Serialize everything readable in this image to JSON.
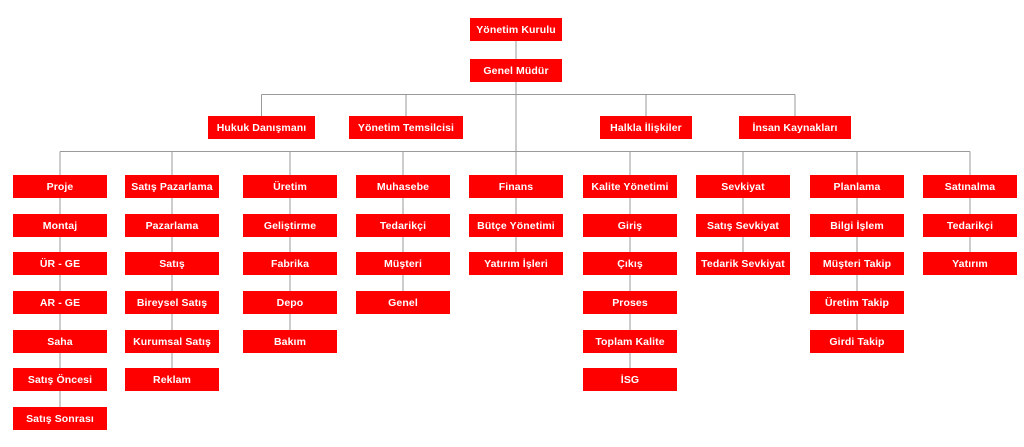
{
  "org": {
    "board": "Yönetim Kurulu",
    "general_manager": "Genel Müdür",
    "staff": [
      "Hukuk Danışmanı",
      "Yönetim Temsilcisi",
      "Halkla İlişkiler",
      "İnsan Kaynakları"
    ],
    "columns": [
      [
        "Proje",
        "Montaj",
        "ÜR - GE",
        "AR - GE",
        "Saha",
        "Satış Öncesi",
        "Satış Sonrası"
      ],
      [
        "Satış Pazarlama",
        "Pazarlama",
        "Satış",
        "Bireysel Satış",
        "Kurumsal Satış",
        "Reklam"
      ],
      [
        "Üretim",
        "Geliştirme",
        "Fabrika",
        "Depo",
        "Bakım"
      ],
      [
        "Muhasebe",
        "Tedarikçi",
        "Müşteri",
        "Genel"
      ],
      [
        "Finans",
        "Bütçe Yönetimi",
        "Yatırım İşleri"
      ],
      [
        "Kalite Yönetimi",
        "Giriş",
        "Çıkış",
        "Proses",
        "Toplam Kalite",
        "İSG"
      ],
      [
        "Sevkiyat",
        "Satış Sevkiyat",
        "Tedarik Sevkiyat"
      ],
      [
        "Planlama",
        "Bilgi İşlem",
        "Müşteri Takip",
        "Üretim Takip",
        "Girdi Takip"
      ],
      [
        "Satınalma",
        "Tedarikçi",
        "Yatırım"
      ]
    ]
  },
  "colors": {
    "node_fill": "#fe0000",
    "node_text": "#ffffff",
    "connector": "#999999",
    "background": "#ffffff"
  }
}
